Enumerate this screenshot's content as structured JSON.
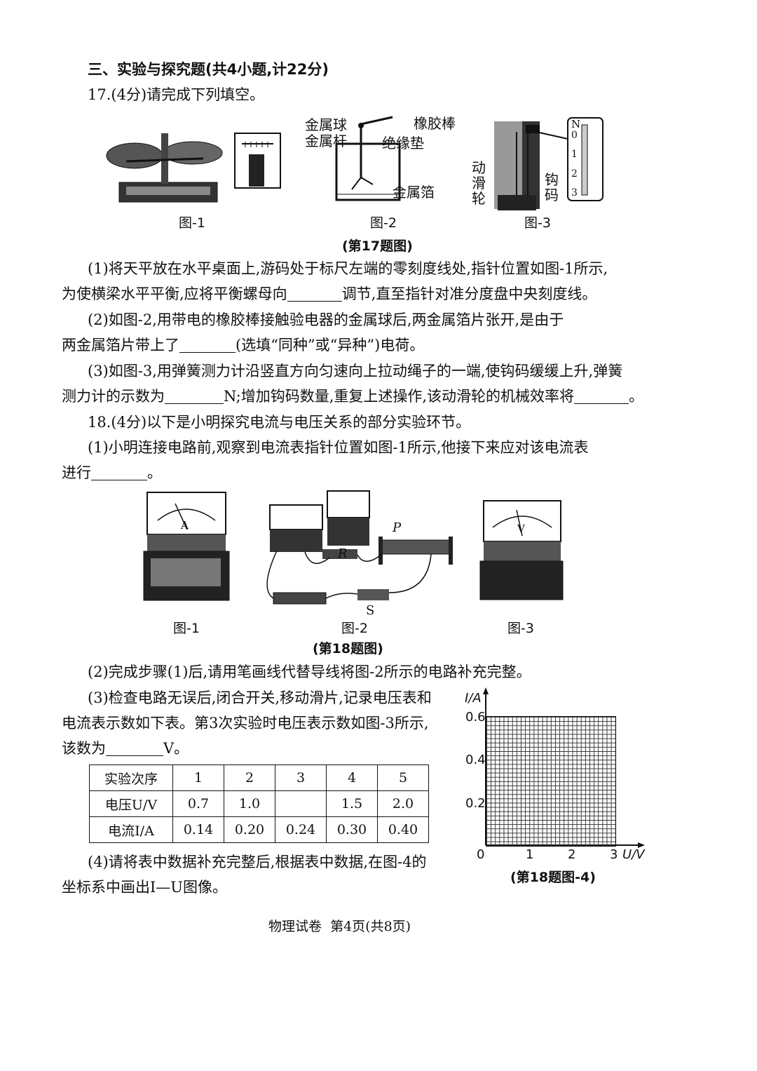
{
  "section_heading": "三、实验与探究题(共4小题,计22分)",
  "q17": {
    "title": "17.(4分)请完成下列填空。",
    "figure_caption": "(第17题图)",
    "fig1_label": "图-1",
    "fig2_label": "图-2",
    "fig3_label": "图-3",
    "fig2_labels": {
      "ball": "金属球",
      "rod_metal": "金属杆",
      "rubber_rod": "橡胶棒",
      "insulator": "绝缘垫",
      "foil": "金属箔"
    },
    "fig3_labels": {
      "pulley": "动滑轮",
      "weight": "钩码",
      "scale_unit": "N",
      "scale_ticks": [
        "0",
        "1",
        "2",
        "3"
      ]
    },
    "part1_line1": "(1)将天平放在水平桌面上,游码处于标尺左端的零刻度线处,指针位置如图-1所示,",
    "part1_line2_a": "为使横梁水平平衡,应将平衡螺母向",
    "part1_line2_b": "调节,直至指针对准分度盘中央刻度线。",
    "part2_line1": "(2)如图-2,用带电的橡胶棒接触验电器的金属球后,两金属箔片张开,是由于",
    "part2_line2_a": "两金属箔片带上了",
    "part2_line2_b": "(选填“同种”或“异种”)电荷。",
    "part3_line1": "(3)如图-3,用弹簧测力计沿竖直方向匀速向上拉动绳子的一端,使钩码缓缓上升,弹簧",
    "part3_line2_a": "测力计的示数为",
    "part3_line2_b": "N;增加钩码数量,重复上述操作,该动滑轮的机械效率将",
    "part3_line2_c": "。"
  },
  "q18": {
    "title": "18.(4分)以下是小明探究电流与电压关系的部分实验环节。",
    "part1_line1": "(1)小明连接电路前,观察到电流表指针位置如图-1所示,他接下来应对该电流表",
    "part1_line2_a": "进行",
    "part1_line2_b": "。",
    "figure_caption": "(第18题图)",
    "fig1_label": "图-1",
    "fig2_label": "图-2",
    "fig3_label": "图-3",
    "ammeter_unit": "A",
    "voltmeter_unit": "V",
    "resistor_label": "R",
    "slider_label": "P",
    "switch_label": "S",
    "part2": "(2)完成步骤(1)后,请用笔画线代替导线将图-2所示的电路补充完整。",
    "part3_line1": "(3)检查电路无误后,闭合开关,移动滑片,记录电压表和",
    "part3_line2": "电流表示数如下表。第3次实验时电压表示数如图-3所示,",
    "part3_line3_a": "该数为",
    "part3_line3_b": "V。",
    "table": {
      "header": [
        "实验次序",
        "1",
        "2",
        "3",
        "4",
        "5"
      ],
      "rows": [
        [
          "电压U/V",
          "0.7",
          "1.0",
          "",
          "1.5",
          "2.0"
        ],
        [
          "电流I/A",
          "0.14",
          "0.20",
          "0.24",
          "0.30",
          "0.40"
        ]
      ]
    },
    "part4_line1": "(4)请将表中数据补充完整后,根据表中数据,在图-4的",
    "part4_line2": "坐标系中画出I—U图像。",
    "graph": {
      "y_axis_label": "I/A",
      "x_axis_label": "U/V",
      "y_ticks": [
        "0.6",
        "0.4",
        "0.2"
      ],
      "x_ticks": [
        "1",
        "2",
        "3"
      ],
      "origin": "0",
      "caption": "(第18题图-4)"
    }
  },
  "footer": "物理试卷  第4页(共8页)"
}
